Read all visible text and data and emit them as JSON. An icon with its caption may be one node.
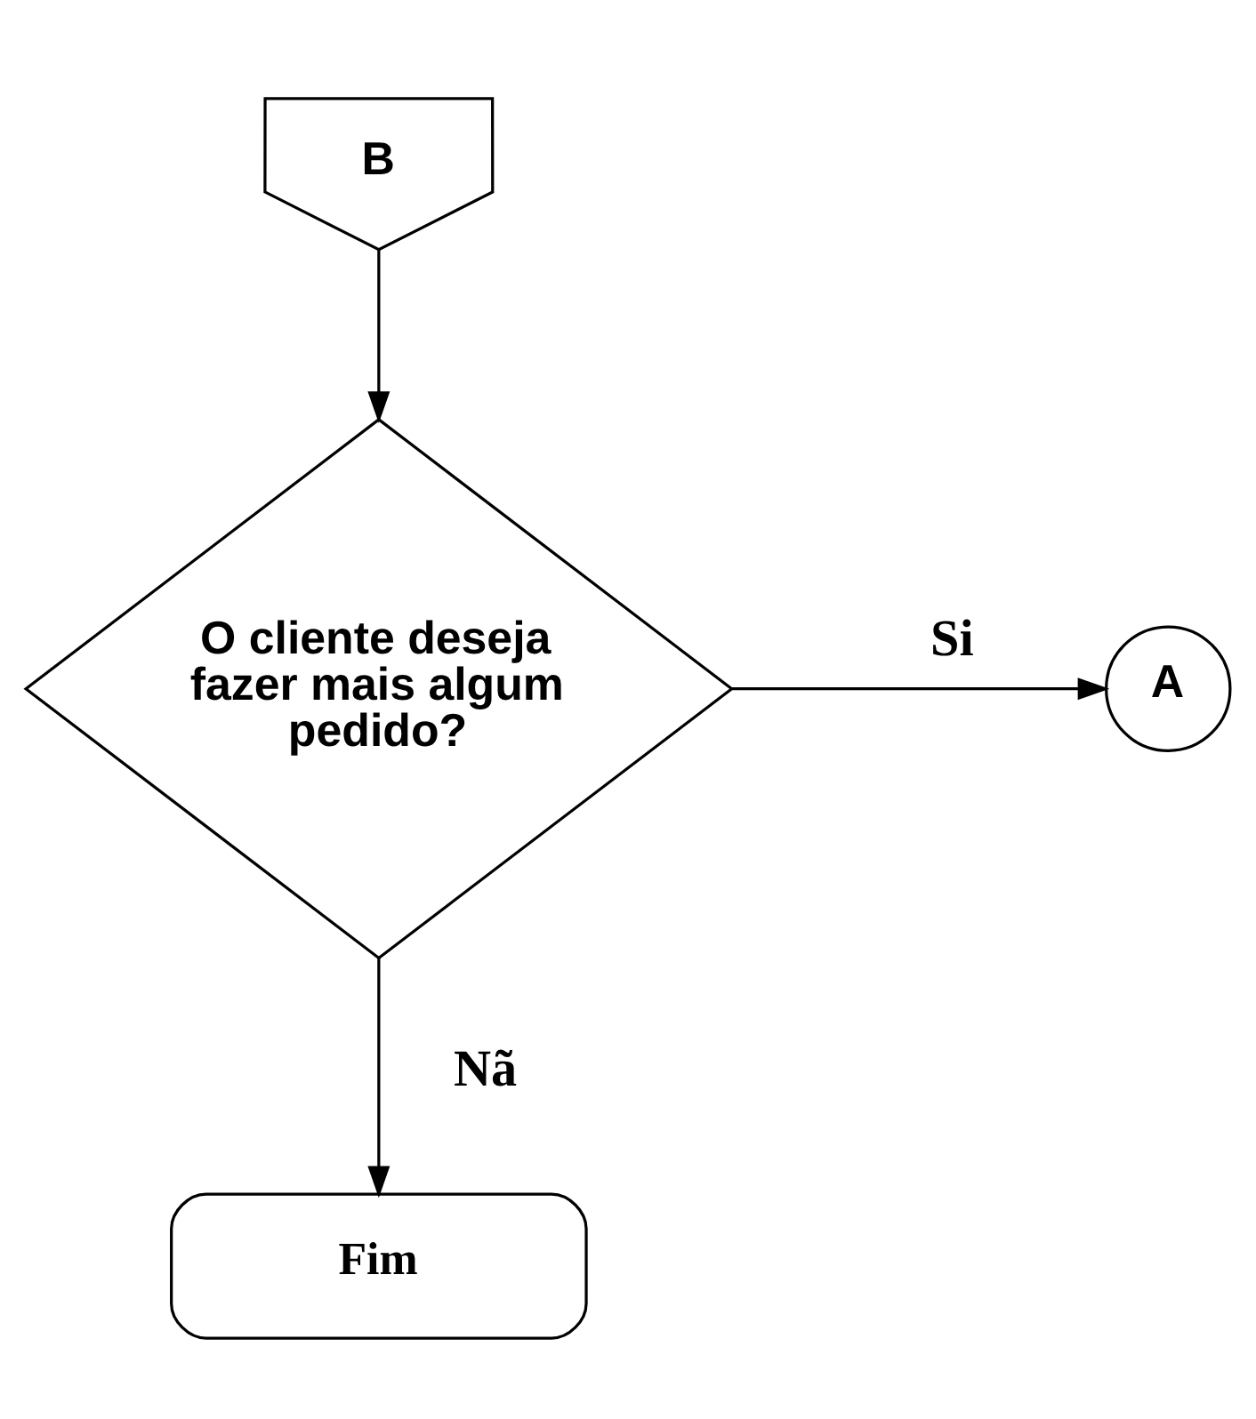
{
  "diagram": {
    "nodes": [
      {
        "text": [
          "B"
        ]
      },
      {
        "text": [
          "O cliente deseja fazer mais algum pedido?"
        ]
      },
      {
        "text": [
          "A"
        ]
      },
      {
        "text": [
          "Fim"
        ]
      }
    ],
    "edges": [
      {
        "from": 0,
        "to": 1,
        "arrow": "to"
      },
      {
        "from": 1,
        "to": 2,
        "arrow": "to",
        "label": "Si"
      },
      {
        "from": 1,
        "to": 3,
        "arrow": "to",
        "label": "Nã"
      }
    ]
  }
}
